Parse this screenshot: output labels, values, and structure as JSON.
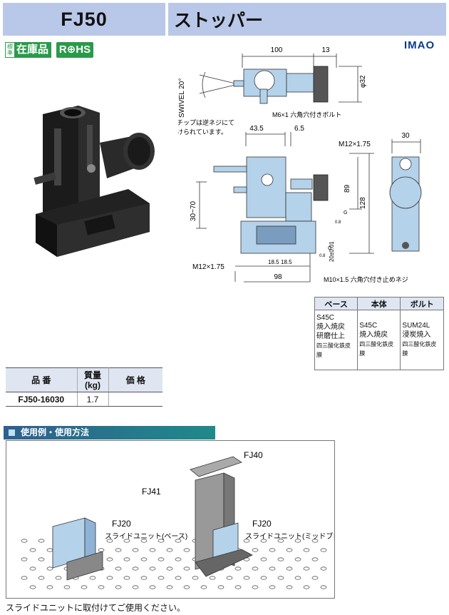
{
  "header": {
    "code": "FJ50",
    "name": "ストッパー"
  },
  "badges": {
    "std_mini_top": "標",
    "std_mini_bottom": "準",
    "std_main": "在庫品",
    "rohs": "R⊕HS"
  },
  "brand": "IMAO",
  "drawing": {
    "dim_top": "100",
    "dim_13": "13",
    "dim_phi32": "φ32",
    "swivel": "SWIVEL 20°",
    "note_m6": "M6×1 六角穴付きボルト",
    "note_tip_1": "先端チップは逆ネジにて",
    "note_tip_2": "取付けられています。",
    "dim_43_5": "43.5",
    "dim_6_5": "6.5",
    "dim_30": "30",
    "note_m12_top": "M12×1.75",
    "dim_89": "89",
    "dim_128": "128",
    "dim_30_70": "30~70",
    "dim_20": "20±0.01",
    "note_m12_bottom": "M12×1.75",
    "dim_18_5_a": "18.5",
    "dim_18_5_b": "18.5",
    "dim_98": "98",
    "note_m10": "M10×1.5 六角穴付き止めネジ",
    "g_mark": "G",
    "rough": "0.8"
  },
  "spec_table": {
    "headers": [
      "ベース",
      "本体",
      "ボルト"
    ],
    "cells": [
      [
        "S45C",
        "焼入焼戻",
        "研磨仕上",
        "四三酸化鉄皮膜"
      ],
      [
        "S45C",
        "焼入焼戻",
        "四三酸化鉄皮膜"
      ],
      [
        "SUM24L",
        "浸炭焼入",
        "四三酸化鉄皮膜"
      ]
    ]
  },
  "parts_table": {
    "header_part": "品 番",
    "header_mass": "質量\n(kg)",
    "header_price": "価 格",
    "rows": [
      {
        "part": "FJ50-16030",
        "mass": "1.7",
        "price": ""
      }
    ]
  },
  "usage": {
    "title": "使用例・使用方法",
    "fj40": "FJ40",
    "fj41": "FJ41",
    "fj20_left": "FJ20",
    "fj20_left_sub": "スライドユニット(ベース)",
    "fj20_right": "FJ20",
    "fj20_right_sub": "スライドユニット(ミッドブロック)",
    "note": "スライドユニットに取付けてご使用ください。"
  },
  "colors": {
    "header": "#b9c8e8",
    "part_blue": "#b4d2ea",
    "green": "#2a9a4a",
    "teal": "#1f8a8a"
  }
}
